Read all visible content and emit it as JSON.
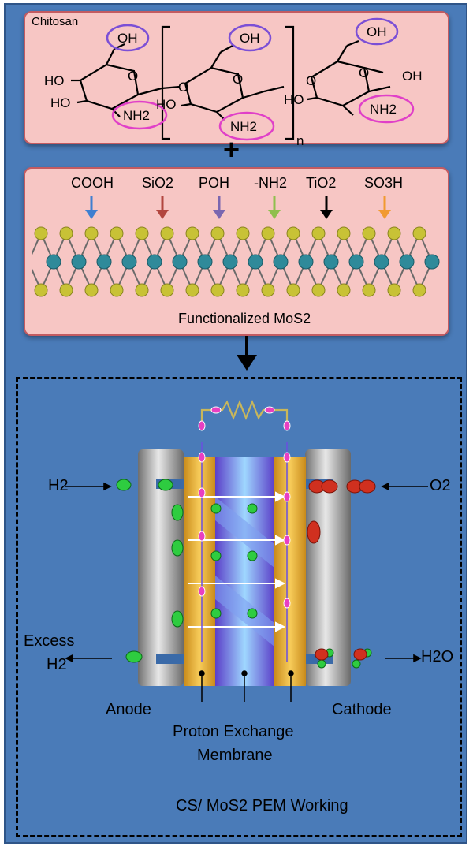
{
  "chitosan": {
    "title": "Chitosan",
    "groups": {
      "oh": "OH",
      "ho": "HO",
      "o": "O",
      "nh2": "NH2",
      "n": "n"
    }
  },
  "plus": "+",
  "functional_groups": [
    {
      "label": "COOH",
      "color": "#3f7fd0"
    },
    {
      "label": "SiO2",
      "color": "#b2463f"
    },
    {
      "label": "POH",
      "color": "#7a66b0"
    },
    {
      "label": "-NH2",
      "color": "#8fbf4e"
    },
    {
      "label": "TiO2",
      "color": "#000000"
    },
    {
      "label": "SO3H",
      "color": "#f19a30"
    }
  ],
  "mos2_label": "Functionalized MoS2",
  "fuel_cell": {
    "h2_in": "H2",
    "o2_in": "O2",
    "excess_line1": "Excess",
    "excess_line2": "H2",
    "water_out": "H2O",
    "anode": "Anode",
    "cathode": "Cathode",
    "membrane_line1": "Proton Exchange",
    "membrane_line2": "Membrane",
    "caption": "CS/ MoS2 PEM Working"
  },
  "colors": {
    "panel": "#4a7bb8",
    "box_fill": "#f7c6c4",
    "box_border": "#c35b61",
    "sulfur": "#c8c236",
    "molybdenum": "#2f8a9a",
    "hydrogen": "#2ecc40",
    "oxygen": "#d0301f",
    "electron": "#e83fc2",
    "electrode": "#e6b13a"
  }
}
